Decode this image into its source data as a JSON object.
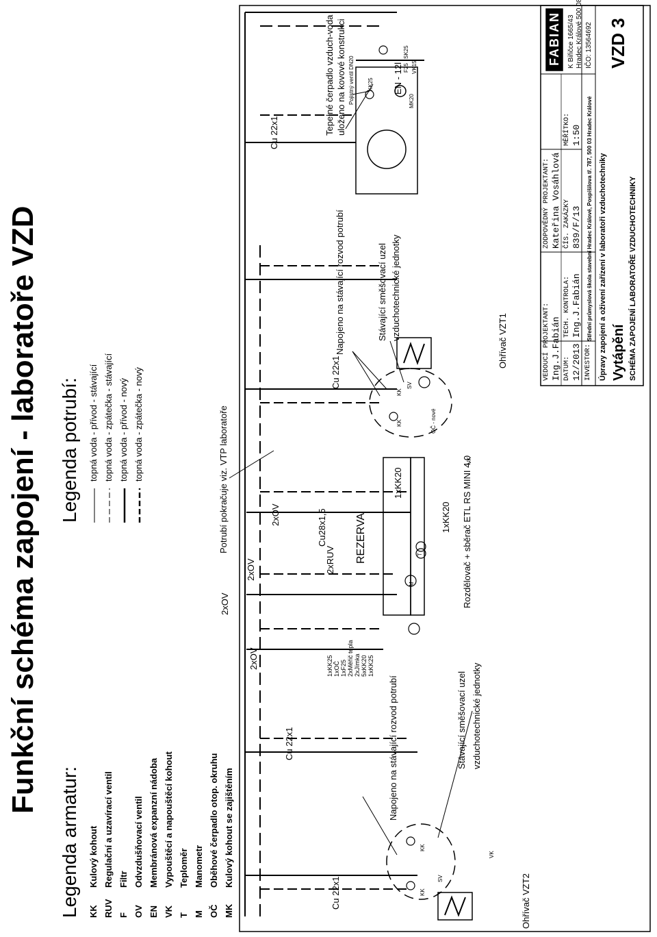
{
  "title": "Funkční schéma zapojení - laboratoře VZD",
  "legend_armatur": {
    "heading": "Legenda armatur:",
    "items": [
      {
        "code": "KK",
        "desc": "Kulový kohout"
      },
      {
        "code": "RUV",
        "desc": "Regulační a uzavírací ventil"
      },
      {
        "code": "F",
        "desc": "Filtr"
      },
      {
        "code": "OV",
        "desc": "Odvzdušňovací ventil"
      },
      {
        "code": "EN",
        "desc": "Membránová expanzní nádoba"
      },
      {
        "code": "VK",
        "desc": "Vypouštěcí a napouštěcí kohout"
      },
      {
        "code": "T",
        "desc": "Teploměr"
      },
      {
        "code": "M",
        "desc": "Manometr"
      },
      {
        "code": "OČ",
        "desc": "Oběhové čerpadlo otop. okruhu"
      },
      {
        "code": "MK",
        "desc": "Kulový kohout se zajištěním"
      }
    ]
  },
  "legend_potrubi": {
    "heading": "Legenda potrubí:",
    "items": [
      {
        "style": "solid",
        "desc": "topná voda - přívod - stávající"
      },
      {
        "style": "dash",
        "desc": "topná voda - zpátečka - stávající"
      },
      {
        "style": "solid-bold",
        "desc": "topná voda - přívod - nový"
      },
      {
        "style": "dash-bold",
        "desc": "topná voda - zpátečka - nový"
      }
    ]
  },
  "labels": {
    "cu22_1": "Cu 22x1",
    "cu22_2": "Cu 22x1",
    "cu22_3": "Cu 22x1",
    "cu22_4": "Cu 22x1",
    "cu28": "Cu28x1,5",
    "ov2_a": "2xOV",
    "ov2_b": "2xOV",
    "ov2_c": "2xOV",
    "ov2_d": "2xOV",
    "ruv2": "2xRUV",
    "rezerva": "REZERVA",
    "kk20_a": "1xKK20",
    "kk20_b": "1xKK20",
    "pump_list": [
      "1xKK25",
      "1xOČ",
      "1xF25",
      "2xMěřič tepla",
      "2xJímka",
      "5xKK20",
      "1xKK25"
    ],
    "potrubi_pokracuje": "Potrubí pokračuje viz. VTP laboratoře",
    "napojeno_left": "Napojeno na stávající rozvod potrubí",
    "napojeno_right": "Napojeno na stávající rozvod potrubí",
    "uzel_left_1": "Stávající směšovací uzel",
    "uzel_left_2": "vzduchotechnické jednotky",
    "uzel_right_1": "Stávající směšovací uzel",
    "uzel_right_2": "vzduchotechnické jednotky",
    "ohrivac_vzt2": "Ohřívač VZT2",
    "ohrivac_vzt1": "Ohřívač VZT1",
    "rozdelovac": "Rozdělovač + sběrač ETL RS MINI 4.0",
    "cerpadlo_1": "Tepelné čerpadlo vzduch-voda",
    "cerpadlo_2": "uloženo na kovové konstrukci",
    "pojistny": "Pojistný ventil DN20",
    "en12": "EN - 12l",
    "kk25": "KK25",
    "f25": "F25",
    "sk25": "SK25",
    "vk15": "VK15",
    "mk20": "MK20",
    "oc_nove": "OČ - nové",
    "kk": "KK",
    "sv": "SV",
    "vk": "VK",
    "m": "M",
    "t": "T"
  },
  "title_block": {
    "vedouci_label": "VEDOUCÍ PROJEKTANT:",
    "vedouci": "Ing.J.Fabián",
    "zodp_label": "ZODPOVĚDNÝ PROJEKTANT:",
    "zodp": "Kateřina Vosáhlová",
    "datum_label": "DATUM:",
    "datum": "12/2013",
    "tech_label": "TECH. KONTROLA:",
    "tech": "Ing.J.Fabián",
    "cis_label": "ČÍS. ZAKÁZKY",
    "cis": "839/F/13",
    "meritko_label": "MĚŘÍTKO:",
    "meritko": "1:50",
    "investor_label": "INVESTOR:",
    "investor": "Střední průmyslová škola stavební Hradec Králové, Pospíšilova tř. 787, 500 03 Hradec Králové",
    "akce": "Úpravy zapojení a oživení zařízení v laboratoři vzduchotechniky",
    "profese": "Vytápění",
    "schema": "SCHÉMA ZAPOJENÍ LABORATOŘE VZDUCHOTECHNIKY",
    "firma": "FABIAN",
    "adresa_1": "K Biřičce 1665/43",
    "adresa_2": "Hradec Králové 500 08",
    "ico": "IČO: 13564692",
    "cislo_vykresu": "VZD 3"
  }
}
